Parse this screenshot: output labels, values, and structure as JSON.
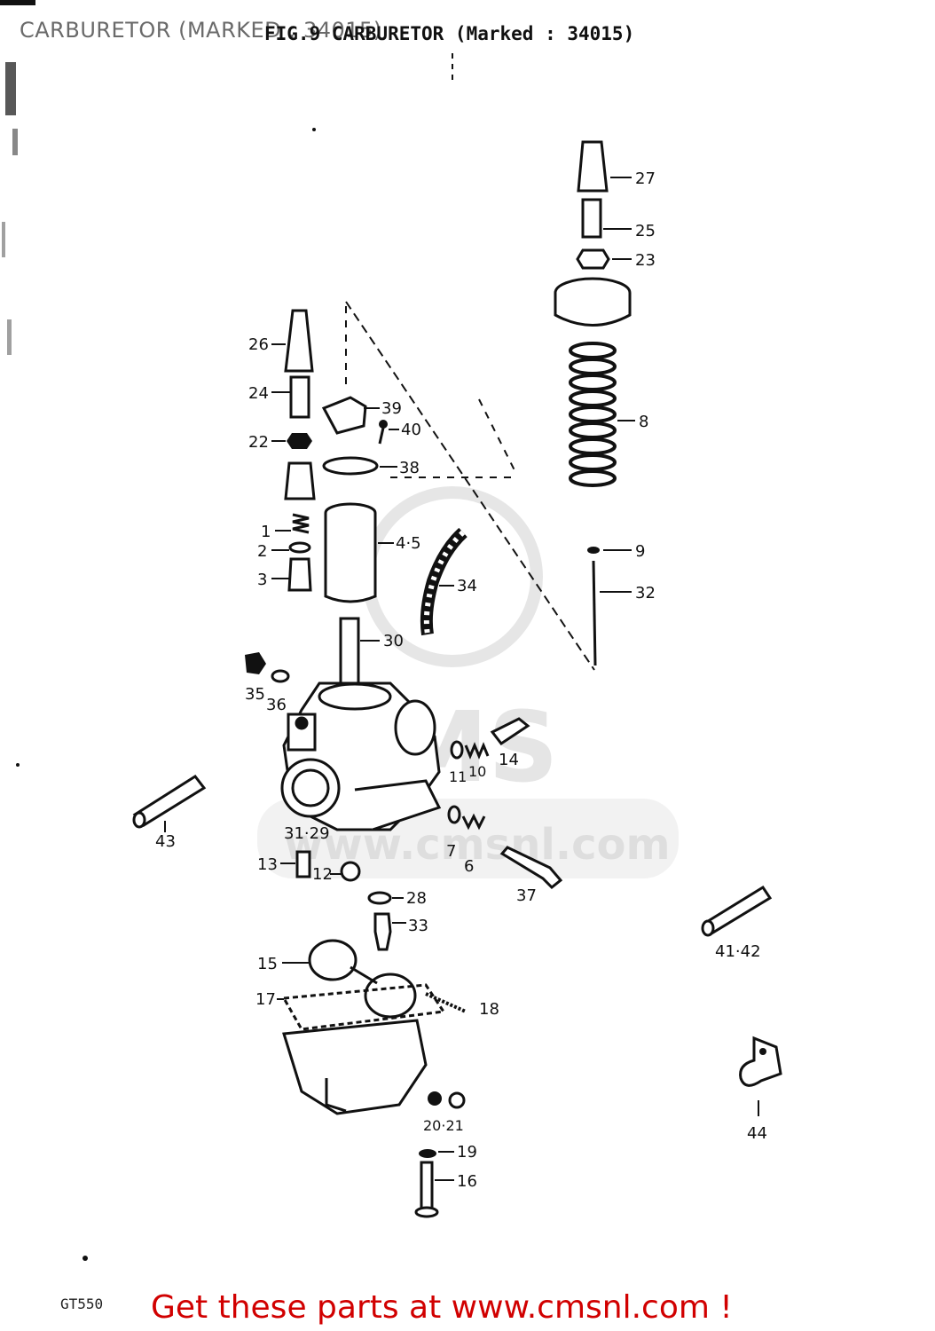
{
  "header": {
    "overlay_title": "CARBURETOR (MARKED : 34015)",
    "figure_title": "FIG.9  CARBURETOR (Marked : 34015)"
  },
  "parts": {
    "p27": "27",
    "p25": "25",
    "p23": "23",
    "p8": "8",
    "p9a": "9",
    "p32": "32",
    "p26": "26",
    "p24": "24",
    "p22": "22",
    "p39": "39",
    "p40": "40",
    "p38": "38",
    "p1": "1",
    "p2": "2",
    "p3": "3",
    "p45": "4·5",
    "p34": "34",
    "p30": "30",
    "p35": "35",
    "p36": "36",
    "p11": "11",
    "p10": "10",
    "p14": "14",
    "p43": "43",
    "p3129": "31·29",
    "p7": "7",
    "p6": "6",
    "p37": "37",
    "p13": "13",
    "p12": "12",
    "p28": "28",
    "p33": "33",
    "p4142": "41·42",
    "p15": "15",
    "p17": "17",
    "p16": "16",
    "p2021": "20·21",
    "p44": "44",
    "p19": "19",
    "p18": "18"
  },
  "watermark": {
    "logo": "CMS",
    "url": "www.cmsnl.com"
  },
  "footer": {
    "model_code": "GT550",
    "promo": "Get these parts at www.cmsnl.com !"
  },
  "colors": {
    "promo": "#d10000",
    "watermark": "#cfcfcf",
    "ink": "#111111"
  }
}
